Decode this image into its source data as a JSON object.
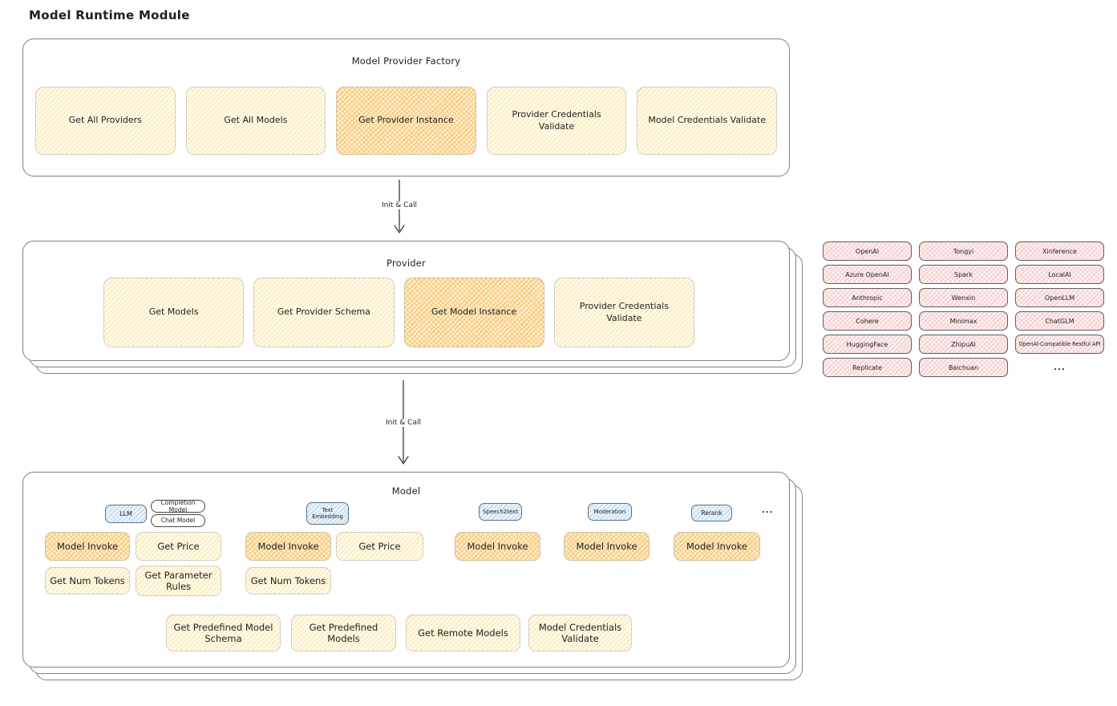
{
  "title": "Model Runtime Module",
  "factory": {
    "title": "Model Provider Factory",
    "items": [
      "Get All Providers",
      "Get All Models",
      "Get Provider Instance",
      "Provider Credentials Validate",
      "Model Credentials Validate"
    ]
  },
  "arrows": [
    {
      "label": "Init & Call"
    },
    {
      "label": "Init & Call"
    }
  ],
  "provider": {
    "title": "Provider",
    "items": [
      "Get Models",
      "Get Provider Schema",
      "Get Model Instance",
      "Provider Credentials Validate"
    ]
  },
  "providers": {
    "list": [
      "OpenAI",
      "Azure OpenAI",
      "Anthropic",
      "Cohere",
      "HuggingFace",
      "Replicate",
      "Tongyi",
      "Spark",
      "Wenxin",
      "Minimax",
      "ZhipuAI",
      "Baichuan",
      "Xinference",
      "LocalAI",
      "OpenLLM",
      "ChatGLM",
      "OpenAI-Compatible Restful API",
      "..."
    ]
  },
  "model": {
    "title": "Model",
    "tabs": {
      "llm": "LLM",
      "completion": "Completion Model",
      "chat": "Chat Model",
      "text_embedding": "Text Embedding",
      "speech2text": "Speech2text",
      "moderation": "Moderation",
      "rerank": "Rerank",
      "more": "..."
    },
    "invoke_row": [
      "Model Invoke",
      "Get Price",
      "Model Invoke",
      "Get Price",
      "Model Invoke",
      "Model Invoke",
      "Model Invoke"
    ],
    "tokens_row": [
      "Get Num Tokens",
      "Get Parameter Rules",
      "Get Num Tokens"
    ],
    "bottom_row": [
      "Get Predefined Model Schema",
      "Get Predefined Models",
      "Get Remote Models",
      "Model Credentials Validate"
    ]
  },
  "colors": {
    "ink": "#1f1f1f",
    "box_border": "#808080",
    "dotted_border": "#a8a8a8",
    "yellow_fill": "#fffbea",
    "orange_fill": "#fdeecd",
    "pink_fill": "#fdf3f3",
    "blue_fill": "#eaf4fb"
  }
}
